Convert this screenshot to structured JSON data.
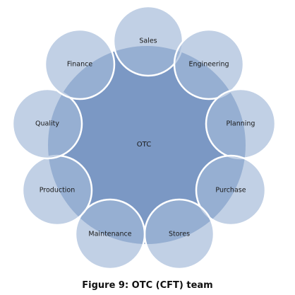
{
  "diagram": {
    "center": {
      "label": "OTC"
    },
    "nodes": [
      {
        "id": "sales",
        "label": "Sales"
      },
      {
        "id": "engineering",
        "label": "Engineering"
      },
      {
        "id": "planning",
        "label": "Planning"
      },
      {
        "id": "purchase",
        "label": "Purchase"
      },
      {
        "id": "stores",
        "label": "Stores"
      },
      {
        "id": "maintenance",
        "label": "Maintenance"
      },
      {
        "id": "production",
        "label": "Production"
      },
      {
        "id": "quality",
        "label": "Quality"
      },
      {
        "id": "finance",
        "label": "Finance"
      }
    ],
    "colors": {
      "center_fill": "#7b98c4",
      "node_fill": "#a4b9d8",
      "stroke": "#ffffff"
    }
  },
  "caption": "Figure 9: OTC (CFT) team"
}
